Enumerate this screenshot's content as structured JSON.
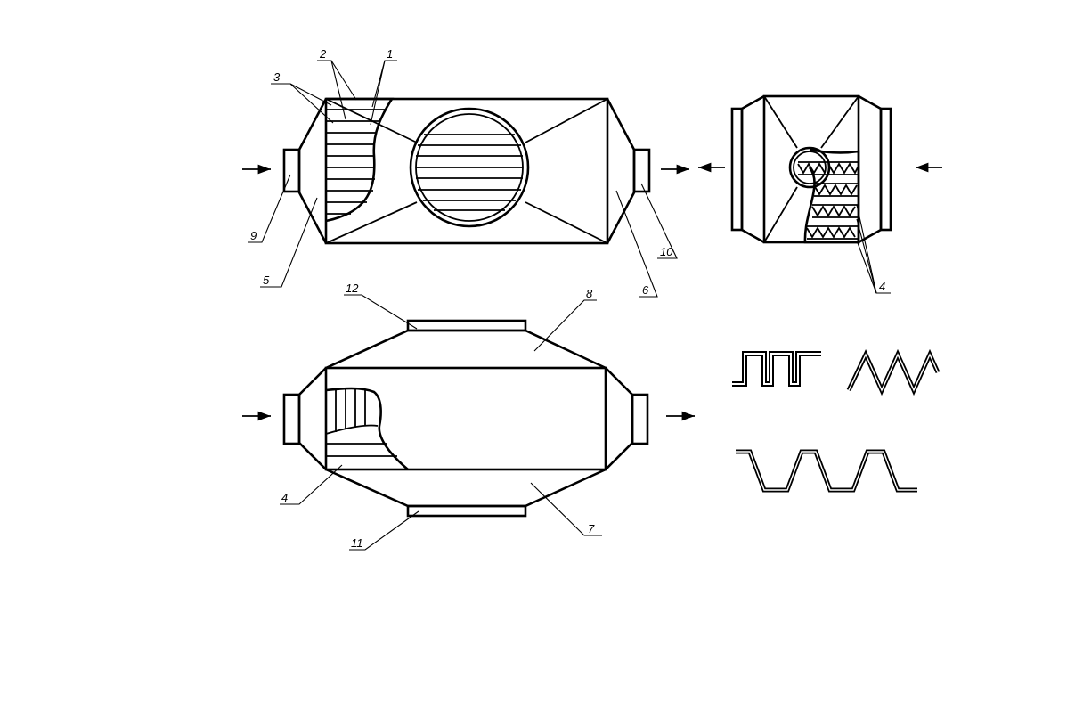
{
  "diagram": {
    "callouts": {
      "c1": "1",
      "c2": "2",
      "c3": "3",
      "c4a": "4",
      "c4b": "4",
      "c5": "5",
      "c6": "6",
      "c7": "7",
      "c8": "8",
      "c9": "9",
      "c10": "10",
      "c11": "11",
      "c12": "12"
    },
    "colors": {
      "line": "#000000",
      "background": "#ffffff"
    }
  }
}
